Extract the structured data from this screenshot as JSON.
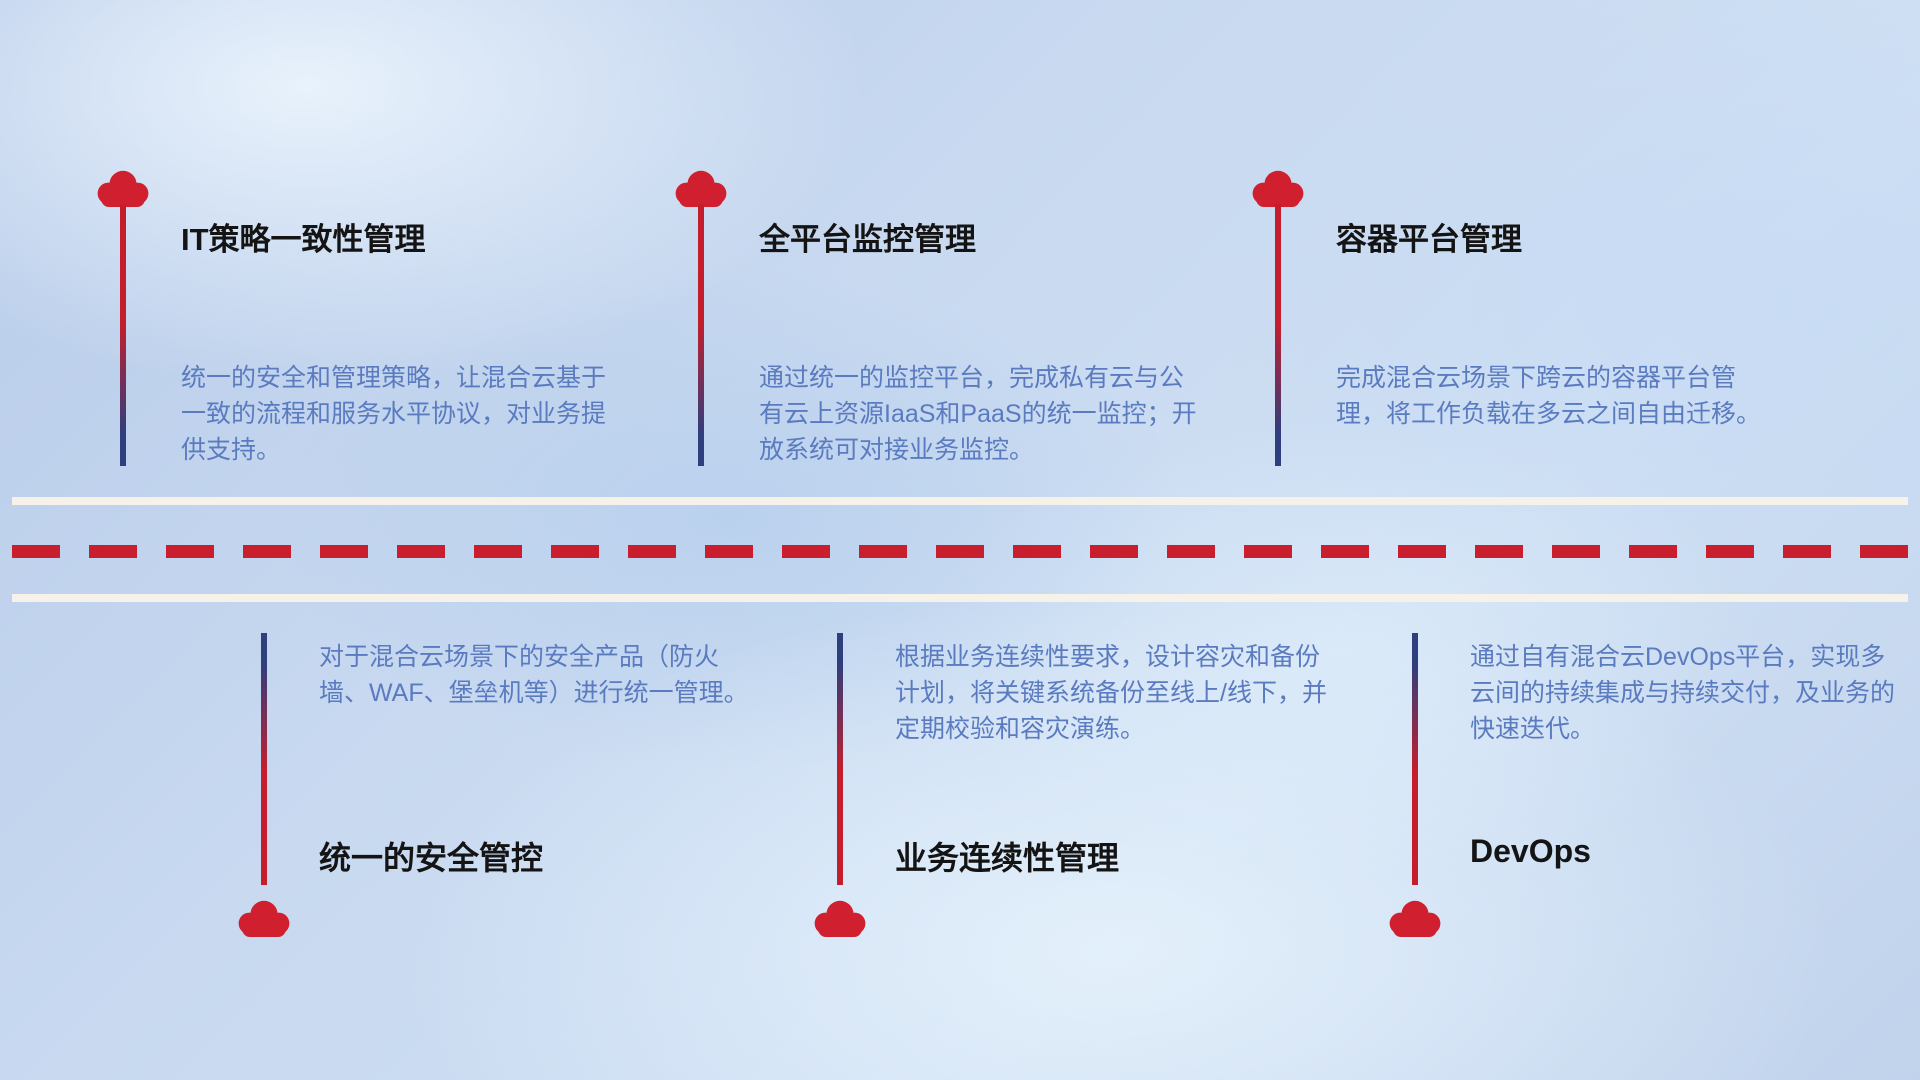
{
  "top_row": {
    "items": [
      {
        "title": "IT策略一致性管理",
        "description": "统一的安全和管理策略，让混合云基于一致的流程和服务水平协议，对业务提供支持。"
      },
      {
        "title": "全平台监控管理",
        "description": "通过统一的监控平台，完成私有云与公有云上资源IaaS和PaaS的统一监控；开放系统可对接业务监控。"
      },
      {
        "title": "容器平台管理",
        "description": "完成混合云场景下跨云的容器平台管理，将工作负载在多云之间自由迁移。"
      }
    ]
  },
  "bottom_row": {
    "items": [
      {
        "title": "统一的安全管控",
        "description": "对于混合云场景下的安全产品（防火墙、WAF、堡垒机等）进行统一管理。"
      },
      {
        "title": "业务连续性管理",
        "description": "根据业务连续性要求，设计容灾和备份计划，将关键系统备份至线上/线下，并定期校验和容灾演练。"
      },
      {
        "title": "DevOps",
        "description": "通过自有混合云DevOps平台，实现多云间的持续集成与持续交付，及业务的快速迭代。"
      }
    ]
  },
  "colors": {
    "cloud_red": "#d01f2e",
    "line_red": "#c41e2c",
    "line_blue": "#2f3e7d",
    "dash_red": "#c81e2d",
    "road_white": "#f6f2e9",
    "title_text": "#141414",
    "description_text": "#5b7bc0"
  }
}
